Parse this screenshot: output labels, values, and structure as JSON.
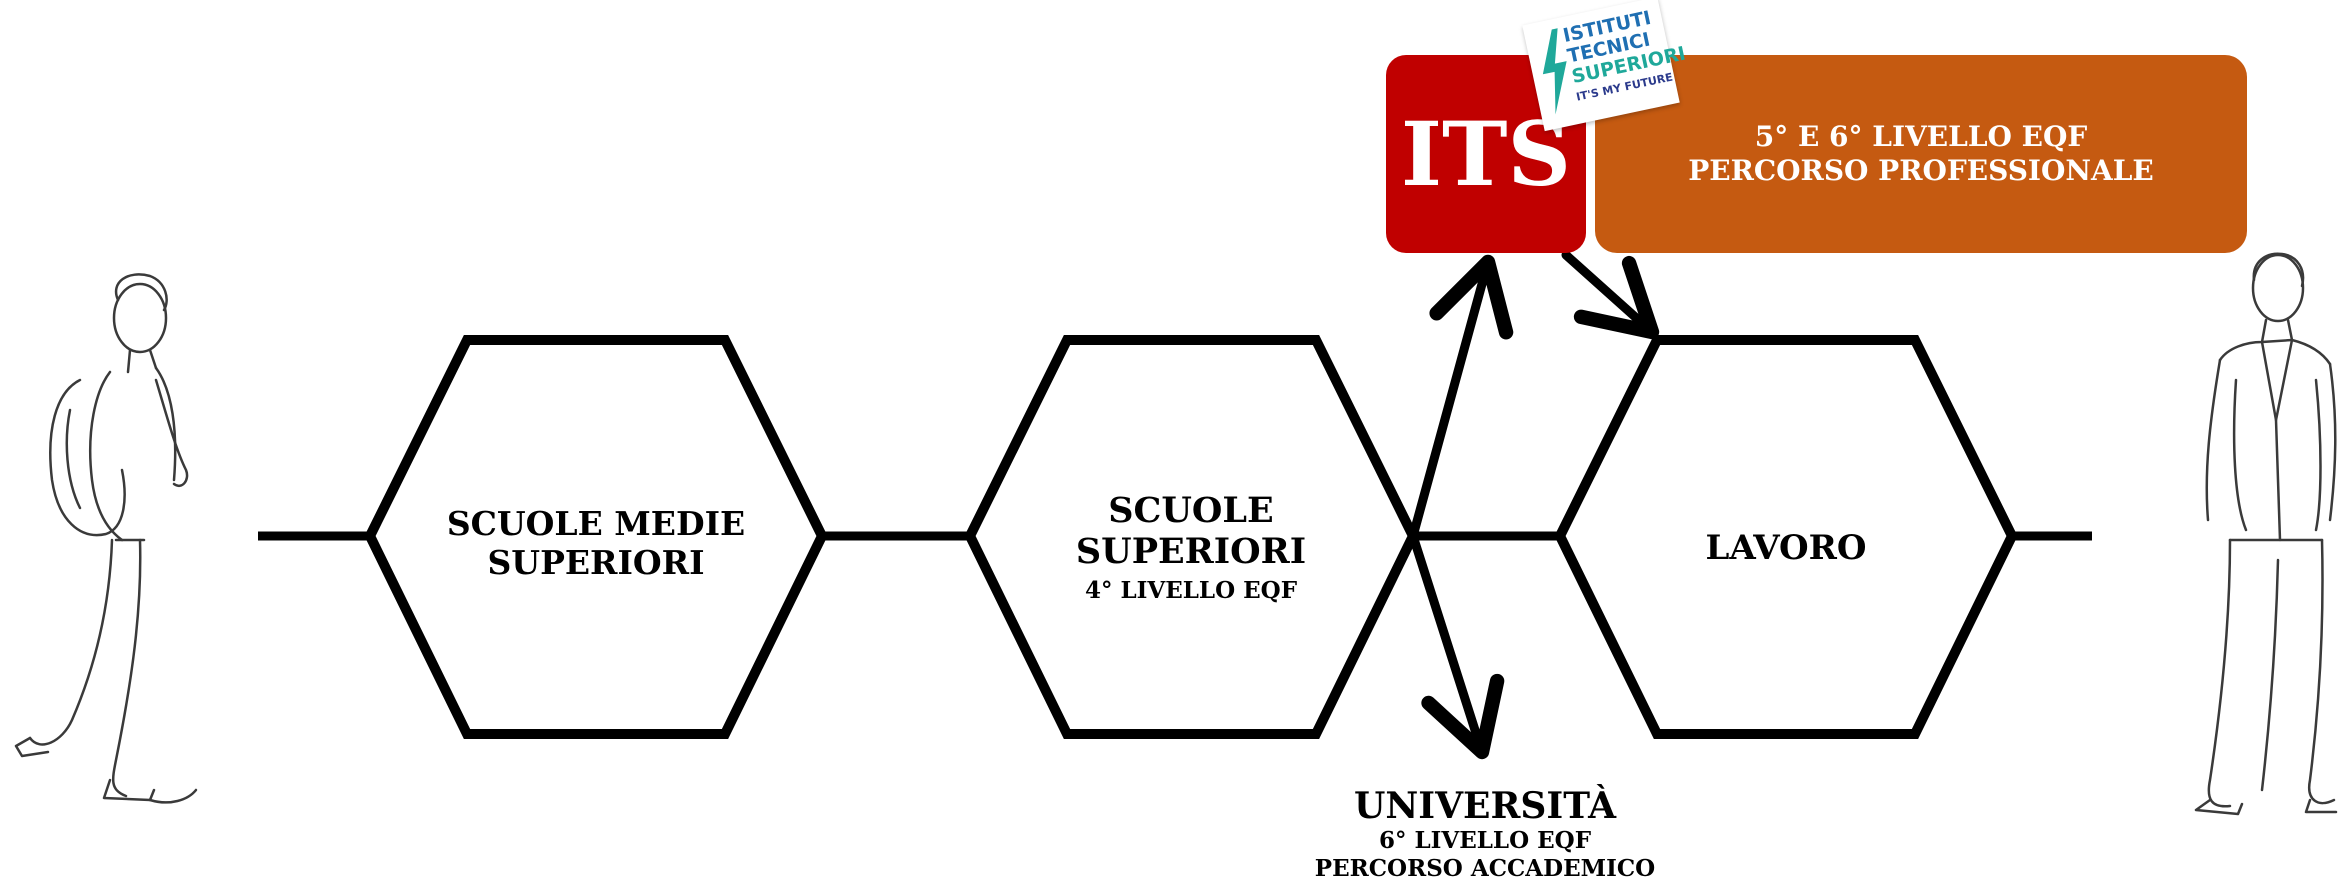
{
  "colors": {
    "its_red": "#c00000",
    "eqf_orange": "#c55a11",
    "logo_blue": "#1f6fb2",
    "logo_teal": "#1fa89a",
    "logo_navy": "#2b3a8c",
    "line": "#000000"
  },
  "nodes": {
    "scuole_medie": {
      "line1": "SCUOLE MEDIE",
      "line2": "SUPERIORI"
    },
    "scuole_superiori": {
      "line1": "SCUOLE",
      "line2": "SUPERIORI",
      "line3": "4° LIVELLO EQF"
    },
    "lavoro": {
      "line1": "LAVORO"
    }
  },
  "its": {
    "label": "ITS"
  },
  "eqf_box": {
    "line1": "5° E 6° LIVELLO EQF",
    "line2": "PERCORSO PROFESSIONALE"
  },
  "universita": {
    "line1": "UNIVERSITÀ",
    "line2": "6° LIVELLO EQF",
    "line3": "PERCORSO ACCADEMICO"
  },
  "logo": {
    "line1": "ISTITUTI",
    "line2": "TECNICI",
    "line3": "SUPERIORI",
    "line4": "IT'S MY FUTURE"
  },
  "figures": {
    "left": "student-figure",
    "right": "businessman-figure"
  }
}
